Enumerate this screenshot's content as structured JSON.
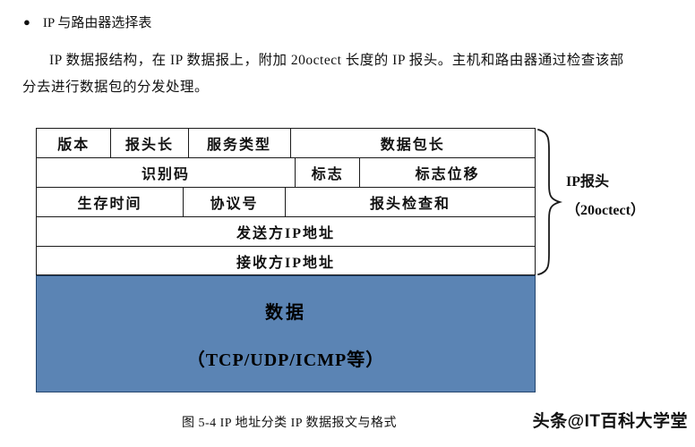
{
  "page": {
    "bullet_glyph": "●",
    "heading": "IP 与路由器选择表",
    "paragraph_line1": "IP 数据报结构，在 IP 数据报上，附加 20octect 长度的 IP 报头。主机和路由器通过检查该部",
    "paragraph_line2": "分去进行数据包的分发处理。",
    "caption": "图 5-4 IP 地址分类 IP 数据报文与格式",
    "watermark": "头条@IT百科大学堂"
  },
  "diagram": {
    "rows": [
      [
        "版本",
        "报头长",
        "服务类型",
        "数据包长"
      ],
      [
        "识别码",
        "标志",
        "标志位移"
      ],
      [
        "生存时间",
        "协议号",
        "报头检查和"
      ],
      [
        "发送方IP地址"
      ],
      [
        "接收方IP地址"
      ]
    ],
    "data_block": {
      "line1": "数据",
      "line2": "（TCP/UDP/ICMP等）",
      "fill_color": "#5b84b4"
    },
    "brace_label_line1": "IP报头",
    "brace_label_line2": "（20octect）"
  }
}
